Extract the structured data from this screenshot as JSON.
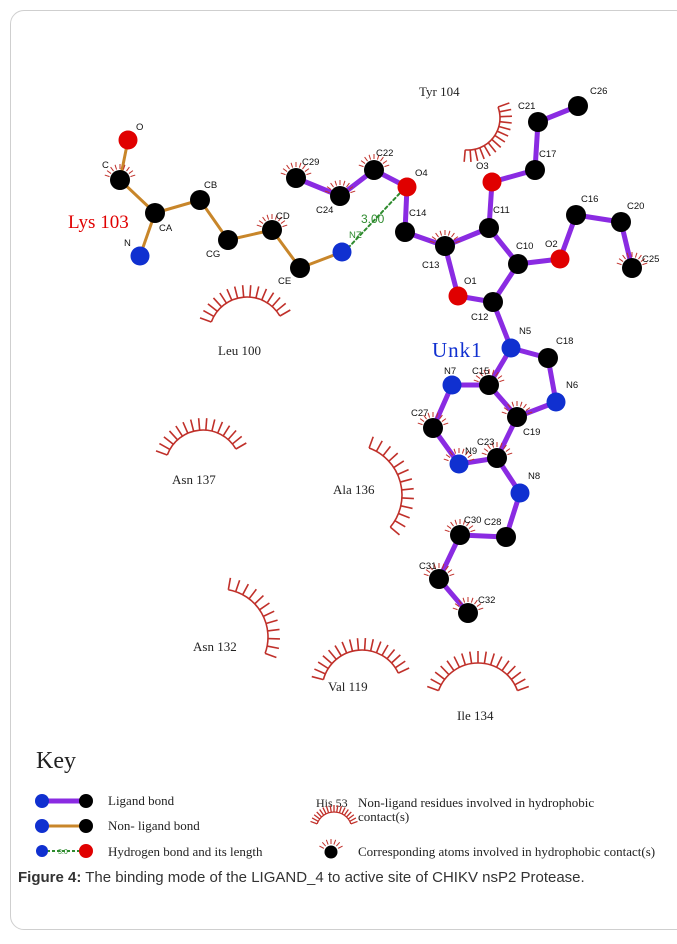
{
  "diagram": {
    "ligand_name": "Unk1",
    "residue_hbond": "Lys 103",
    "hbond_length": "3.00",
    "residues_hydrophobic": [
      "Tyr 104",
      "Leu 100",
      "Asn 137",
      "Ala 136",
      "Asn 132",
      "Val 119",
      "Ile 134"
    ],
    "atom_labels": [
      "O",
      "C",
      "CA",
      "N",
      "CB",
      "CG",
      "CD",
      "CE",
      "NZ",
      "C29",
      "C24",
      "C22",
      "O4",
      "C14",
      "O3",
      "C21",
      "C26",
      "C17",
      "C11",
      "C13",
      "O1",
      "C12",
      "C10",
      "O2",
      "C16",
      "C20",
      "C25",
      "N5",
      "C18",
      "N6",
      "N7",
      "C15",
      "C27",
      "C19",
      "N9",
      "C23",
      "N8",
      "C30",
      "C28",
      "C31",
      "C32"
    ]
  },
  "key": {
    "title": "Key",
    "ligand_bond": "Ligand bond",
    "nonligand_bond": "Non- ligand bond",
    "hbond": "Hydrogen bond and its length",
    "hbond_sample": "3.0",
    "residue_example": "His 53",
    "nonligand_hydrophobic": "Non-ligand residues involved in hydrophobic contact(s)",
    "atoms_hydrophobic": "Corresponding atoms involved in hydrophobic contact(s)"
  },
  "caption": {
    "label": "Figure 4:",
    "text": "The binding mode of the LIGAND_4 to active site of CHIKV nsP2 Protease."
  },
  "colors": {
    "ligand_bond": "#8a2be2",
    "nonligand_bond": "#c8862a",
    "hbond": "#2e8b2e",
    "oxygen": "#e00000",
    "nitrogen": "#1030d0",
    "carbon": "#000000",
    "hydrophobic_arc": "#c0302a",
    "lys_label": "#e00000",
    "unk_label": "#1030d0"
  }
}
